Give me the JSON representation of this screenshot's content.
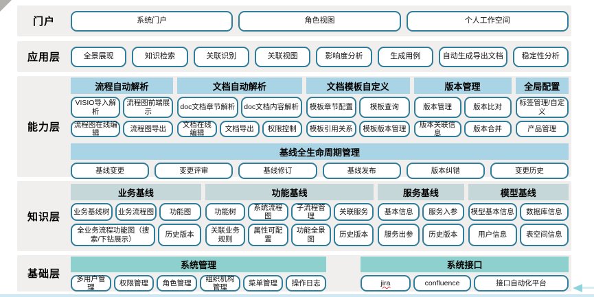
{
  "colors": {
    "band_bg": "#f0efed",
    "header_blue": "#a9d4e5",
    "header_gray": "#c6d7d9",
    "header_teal": "#8ed0cd",
    "button_border": "#2e7d9a",
    "bottom_line": "#cfe9f4"
  },
  "portal": {
    "label": "门户",
    "buttons": [
      "系统门户",
      "角色视图",
      "个人工作空间"
    ]
  },
  "app": {
    "label": "应用层",
    "buttons": [
      "全景展现",
      "知识检索",
      "关联识别",
      "关联视图",
      "影响度分析",
      "生成用例",
      "自动生成导出文档",
      "稳定性分析"
    ]
  },
  "capability": {
    "label": "能力层",
    "groups": [
      {
        "title": "流程自动解析",
        "row1": [
          "VISIO导入解析",
          "流程图前端展示"
        ],
        "row2": [
          "流程图在线编辑",
          "流程图导出"
        ]
      },
      {
        "title": "文档自动解析",
        "row1": [
          "doc文档章节解析",
          "doc文档内容解析"
        ],
        "row2": [
          "文档在线编辑",
          "文档导出",
          "权限控制"
        ]
      },
      {
        "title": "文档模板自定义",
        "row1": [
          "模板章节配置",
          "模板查询"
        ],
        "row2": [
          "模板引用关系",
          "模板版本管理"
        ]
      },
      {
        "title": "版本管理",
        "row1": [
          "版本管理",
          "版本比对"
        ],
        "row2": [
          "版本关联信息",
          "版本合并"
        ]
      },
      {
        "title": "全局配置",
        "row1": [
          "标签管理/自定义"
        ],
        "row2": [
          "产品管理"
        ]
      }
    ],
    "baseline": {
      "title": "基线全生命周期管理",
      "buttons": [
        "基线变更",
        "变更评审",
        "基线修订",
        "基线发布",
        "版本纠错",
        "变更历史"
      ]
    }
  },
  "knowledge": {
    "label": "知识层",
    "groups": [
      {
        "title": "业务基线",
        "row1": [
          "业务基线树",
          "业务流程图",
          "功能图"
        ],
        "row2": [
          "全业务流程功能图（搜索/下钻展示）",
          "历史版本"
        ]
      },
      {
        "title": "功能基线",
        "row1": [
          "功能树",
          "系统流程图",
          "子流程管理",
          "关联服务"
        ],
        "row2": [
          "关联业务规则",
          "属性可配置",
          "功能全景图",
          "历史版本"
        ]
      },
      {
        "title": "服务基线",
        "row1": [
          "基本信息",
          "服务入参"
        ],
        "row2": [
          "服务出参",
          "历史版本"
        ]
      },
      {
        "title": "模型基线",
        "row1": [
          "模型基本信息",
          "数据库信息"
        ],
        "row2": [
          "用户信息",
          "表空间信息"
        ]
      }
    ]
  },
  "foundation": {
    "label": "基础层",
    "groups": [
      {
        "title": "系统管理",
        "buttons": [
          "多用户管理",
          "权限管理",
          "角色管理",
          "组织机构管理",
          "菜单管理",
          "操作日志"
        ]
      },
      {
        "title": "系统接口",
        "buttons": [
          "jira",
          "confluence",
          "接口自动化平台"
        ]
      }
    ]
  }
}
